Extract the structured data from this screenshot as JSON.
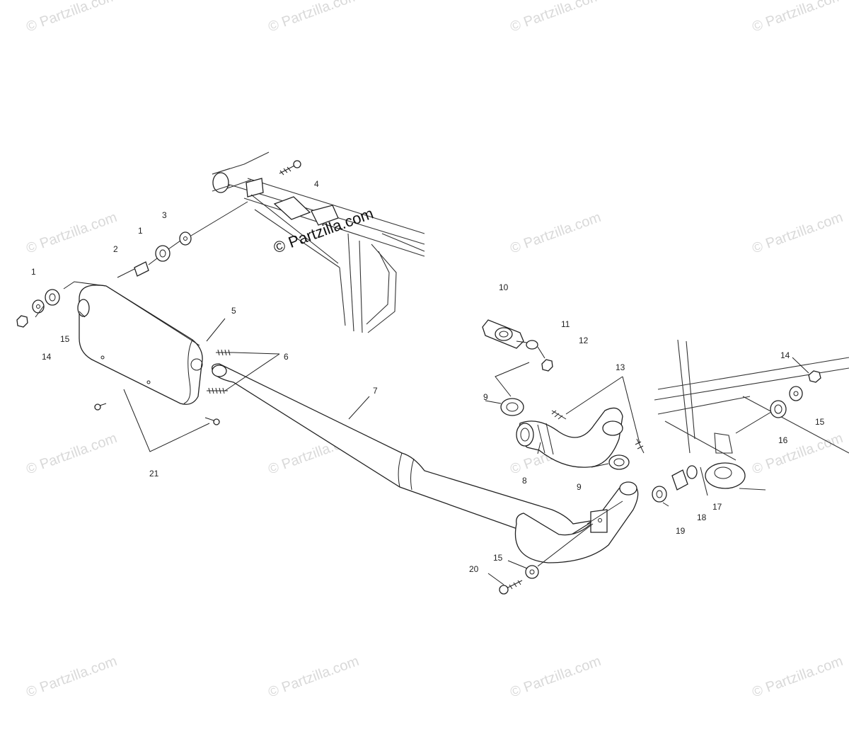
{
  "watermark": {
    "text": "© Partzilla.com",
    "main_text": "© Partzilla.com"
  },
  "callouts": [
    {
      "id": "c1a",
      "label": "1"
    },
    {
      "id": "c1b",
      "label": "1"
    },
    {
      "id": "c2",
      "label": "2"
    },
    {
      "id": "c3",
      "label": "3"
    },
    {
      "id": "c4",
      "label": "4"
    },
    {
      "id": "c5",
      "label": "5"
    },
    {
      "id": "c6",
      "label": "6"
    },
    {
      "id": "c7",
      "label": "7"
    },
    {
      "id": "c8",
      "label": "8"
    },
    {
      "id": "c9a",
      "label": "9"
    },
    {
      "id": "c9b",
      "label": "9"
    },
    {
      "id": "c10",
      "label": "10"
    },
    {
      "id": "c11",
      "label": "11"
    },
    {
      "id": "c12",
      "label": "12"
    },
    {
      "id": "c13",
      "label": "13"
    },
    {
      "id": "c14a",
      "label": "14"
    },
    {
      "id": "c14b",
      "label": "14"
    },
    {
      "id": "c15a",
      "label": "15"
    },
    {
      "id": "c15b",
      "label": "15"
    },
    {
      "id": "c15c",
      "label": "15"
    },
    {
      "id": "c16",
      "label": "16"
    },
    {
      "id": "c17",
      "label": "17"
    },
    {
      "id": "c18",
      "label": "18"
    },
    {
      "id": "c19",
      "label": "19"
    },
    {
      "id": "c20",
      "label": "20"
    },
    {
      "id": "c21",
      "label": "21"
    }
  ]
}
